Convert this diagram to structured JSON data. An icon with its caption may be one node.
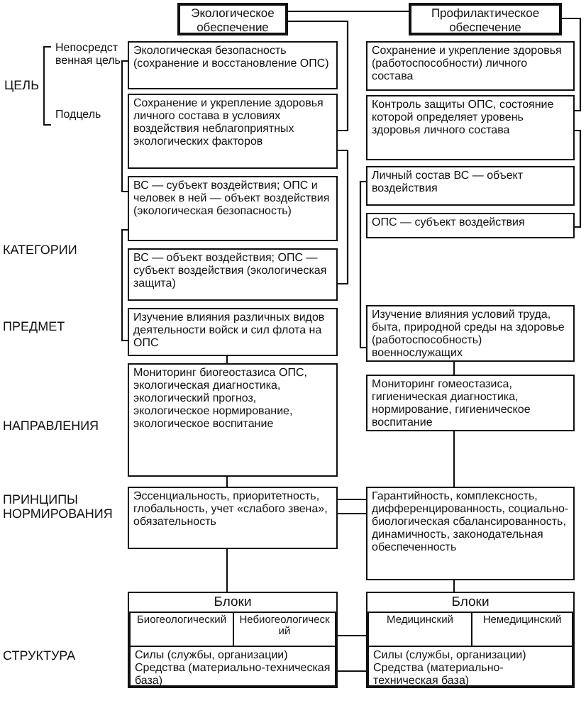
{
  "diagram": {
    "nodes": [
      {
        "text": [
          "Экологическое обеспечение"
        ]
      },
      {
        "text": [
          "Профилактическое обеспечение"
        ]
      },
      {
        "text": [
          "Экологическая безопасность (сохранение и восстановление ОПС)"
        ]
      },
      {
        "text": [
          "Сохранение и укрепление здоровья личного состава в условиях воздействия неблагоприятных экологических факторов"
        ]
      },
      {
        "text": [
          "ВС — субъект воздействия; ОПС и человек в ней — объект воздействия (экологическая безопасность)"
        ]
      },
      {
        "text": [
          "ВС — объект воздействия; ОПС — субъект воздействия (экологическая защита)"
        ]
      },
      {
        "text": [
          "Изучение влияния различных видов деятельности войск и сил флота на ОПС"
        ]
      },
      {
        "text": [
          "Мониторинг биогеостазиса ОПС, экологическая диагностика, экологический прогноз, экологическое нормирование, экологическое воспитание"
        ]
      },
      {
        "text": [
          "Эссенциальность, приоритетность, глобальность, учет «слабого звена», обязательность"
        ]
      },
      {
        "text": [
          "Блоки"
        ]
      },
      {
        "text": [
          "Биогеологический"
        ],
        "in": 9
      },
      {
        "text": [
          "Небиогеологический"
        ],
        "in": 9
      },
      {
        "text": [
          "Силы (службы, организации) Средства (материально-техническая база)"
        ],
        "in": 9
      },
      {
        "text": [
          "Сохранение и укрепление здоровья (работоспособности) личного состава"
        ]
      },
      {
        "text": [
          "Контроль защиты ОПС, состояние которой определяет уровень здоровья личного состава"
        ]
      },
      {
        "text": [
          "Личный состав ВС — объект воздействия"
        ]
      },
      {
        "text": [
          "ОПС — субъект воздействия"
        ]
      },
      {
        "text": [
          "Изучение влияния условий труда, быта, природной среды на здоровье (работоспособность) военнослужащих"
        ]
      },
      {
        "text": [
          "Мониторинг гомеостазиса, гигиеническая диагностика, нормирование, гигиеническое воспитание"
        ]
      },
      {
        "text": [
          "Гарантийность, комплексность, дифференцированность, социально-биологическая сбалансированность, динамичность, законодательная обеспеченность"
        ]
      },
      {
        "text": [
          "Блоки"
        ]
      },
      {
        "text": [
          "Медицинский"
        ],
        "in": 20
      },
      {
        "text": [
          "Немедицинский"
        ],
        "in": 20
      },
      {
        "text": [
          "Силы (службы, организации) Средства (материально-техническая база)"
        ],
        "in": 20
      }
    ],
    "edges": [
      {
        "from": 0,
        "to": 1,
        "arrow": "none"
      },
      {
        "from": 0,
        "to": 3,
        "arrow": "none"
      },
      {
        "from": 1,
        "to": 14,
        "arrow": "none"
      },
      {
        "from": 14,
        "to": 16,
        "arrow": "none"
      },
      {
        "from": 2,
        "to": 4,
        "arrow": "none"
      },
      {
        "from": 4,
        "to": 6,
        "arrow": "none"
      },
      {
        "from": 3,
        "to": 5,
        "arrow": "none"
      },
      {
        "from": 15,
        "to": 17,
        "arrow": "none"
      },
      {
        "from": 6,
        "to": 7,
        "arrow": "none"
      },
      {
        "from": 7,
        "to": 8,
        "arrow": "none"
      },
      {
        "from": 8,
        "to": 9,
        "arrow": "none"
      },
      {
        "from": 17,
        "to": 18,
        "arrow": "none"
      },
      {
        "from": 18,
        "to": 19,
        "arrow": "none"
      },
      {
        "from": 19,
        "to": 20,
        "arrow": "none"
      },
      {
        "from": 8,
        "to": 19,
        "arrow": "none"
      },
      {
        "from": 8,
        "to": 19,
        "arrow": "none"
      },
      {
        "from": 11,
        "to": 21,
        "arrow": "none"
      },
      {
        "from": 12,
        "to": 23,
        "arrow": "none"
      }
    ],
    "labels": [
      "ЦЕЛЬ",
      "Непосредственная цель",
      "Подцель",
      "КАТЕГОРИИ",
      "ПРЕДМЕТ",
      "НАПРАВЛЕНИЯ",
      "ПРИНЦИПЫ НОРМИРОВАНИЯ",
      "СТРУКТУРА"
    ]
  }
}
